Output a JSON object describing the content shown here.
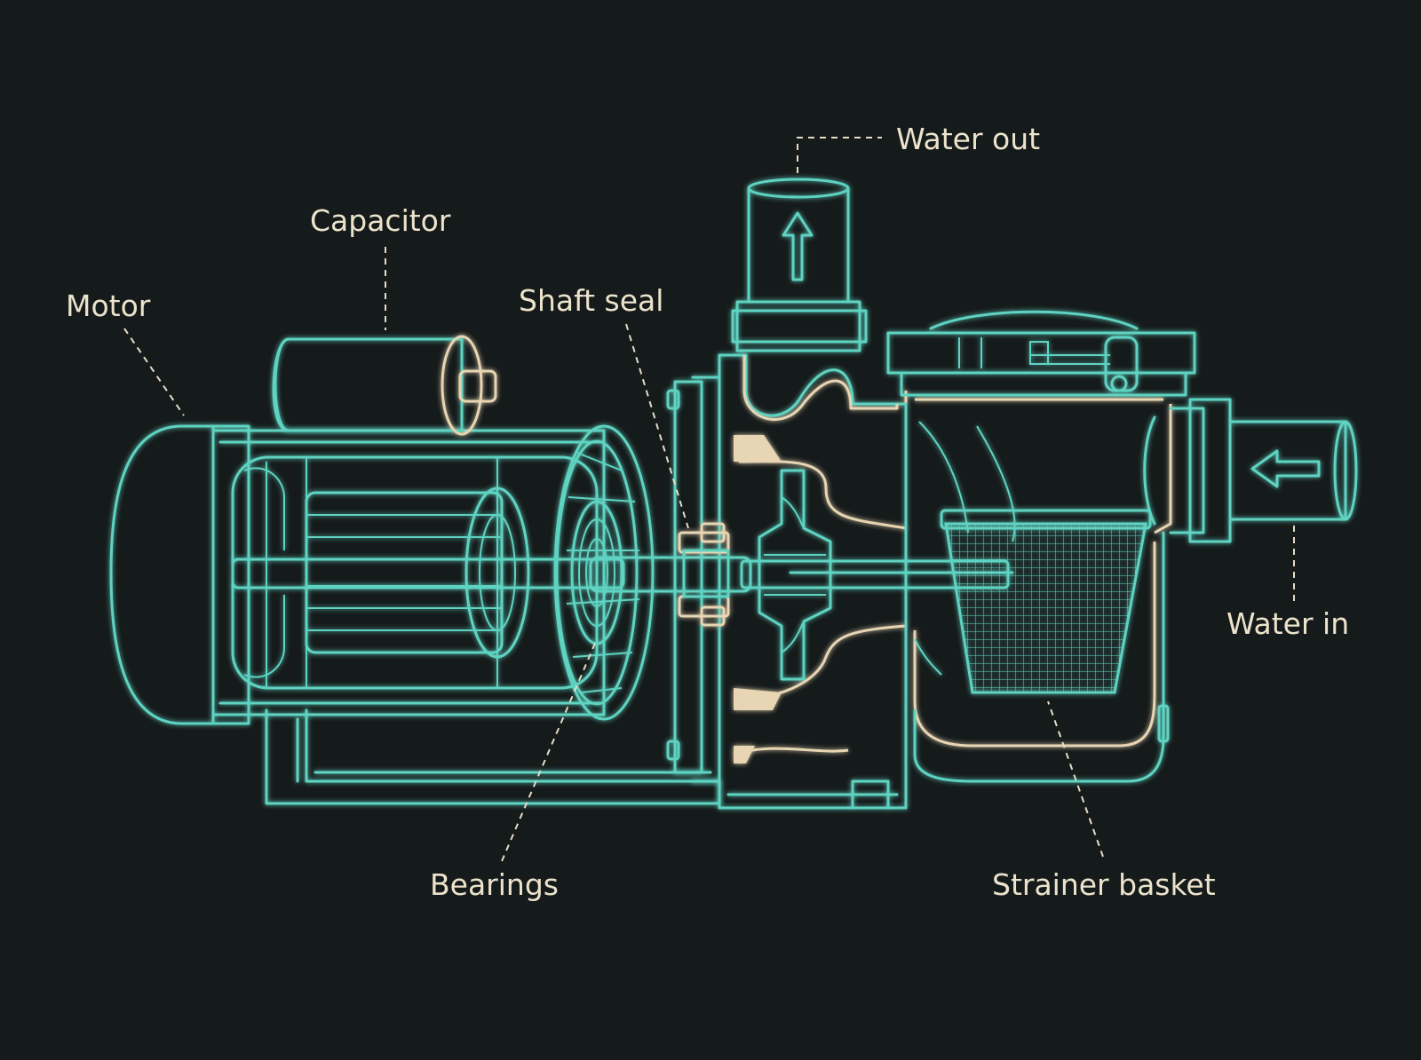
{
  "diagram": {
    "labels": {
      "water_out": "Water out",
      "capacitor": "Capacitor",
      "motor": "Motor",
      "shaft_seal": "Shaft seal",
      "water_in": "Water in",
      "bearings": "Bearings",
      "strainer_basket": "Strainer basket"
    },
    "colors": {
      "background": "#151a1a",
      "teal_line": "#5fd3c2",
      "beige_accent": "#e7d5b3",
      "label_text": "#ece3cc"
    },
    "icons": {
      "flow_out_arrow": "arrow-up-icon",
      "flow_in_arrow": "arrow-left-icon"
    }
  }
}
